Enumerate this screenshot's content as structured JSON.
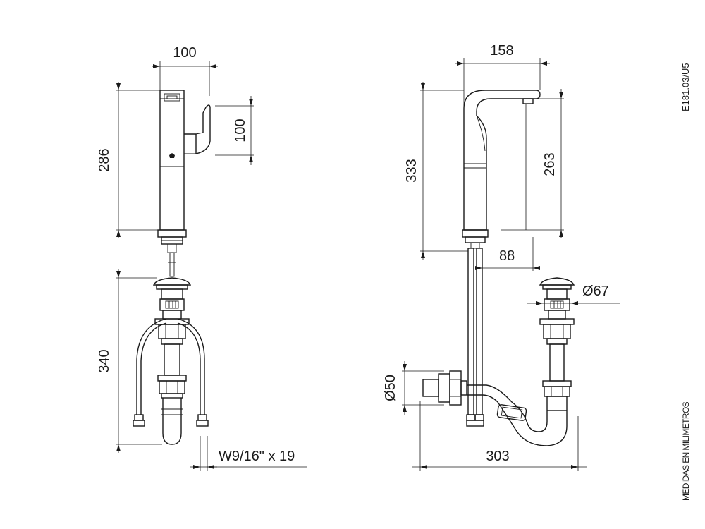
{
  "dimensions": {
    "front_width": "100",
    "front_height": "286",
    "lever_height": "100",
    "drain_height": "340",
    "connector": "W9/16\" x 19",
    "side_spout": "158",
    "side_height": "333",
    "spout_height": "263",
    "offset": "88",
    "drain_diameter": "Ø67",
    "trap_diameter": "Ø50",
    "total_depth": "303"
  },
  "labels": {
    "code": "E181.03/U5",
    "units_note": "MEDIDAS EN MILIMETROS"
  }
}
